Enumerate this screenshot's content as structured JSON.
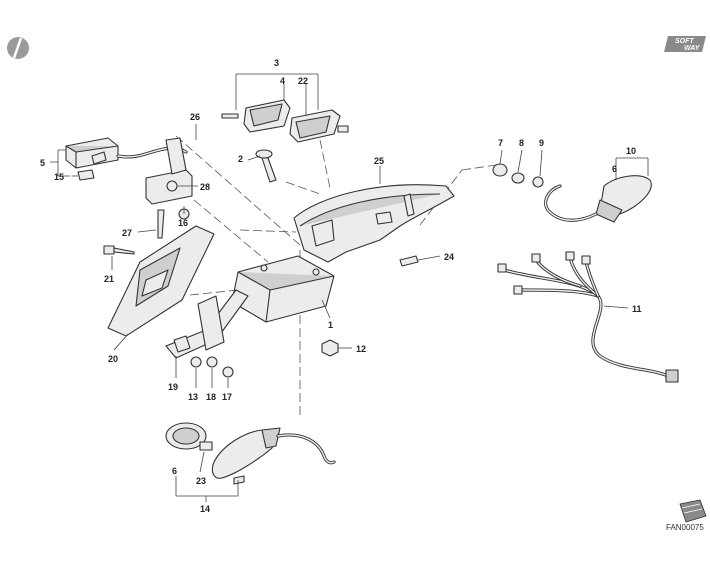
{
  "header": {
    "brand_top": "SOFT",
    "brand_bottom": "WAY"
  },
  "footer": {
    "code": "FAN00075"
  },
  "callouts": {
    "c1": "1",
    "c2": "2",
    "c3": "3",
    "c4": "4",
    "c5": "5",
    "c6a": "6",
    "c6b": "6",
    "c7": "7",
    "c8": "8",
    "c9": "9",
    "c10": "10",
    "c11": "11",
    "c12": "12",
    "c13": "13",
    "c14": "14",
    "c15": "15",
    "c16": "16",
    "c17": "17",
    "c18": "18",
    "c19": "19",
    "c20": "20",
    "c21": "21",
    "c22": "22",
    "c23": "23",
    "c24": "24",
    "c25": "25",
    "c26": "26",
    "c27": "27",
    "c28": "28"
  },
  "icons": {
    "corner_mark": "pencil-mark-icon",
    "book": "manual-book-icon"
  },
  "colors": {
    "line": "#333333",
    "part_fill": "#ececec",
    "logo_bg": "#8a8a8a"
  }
}
